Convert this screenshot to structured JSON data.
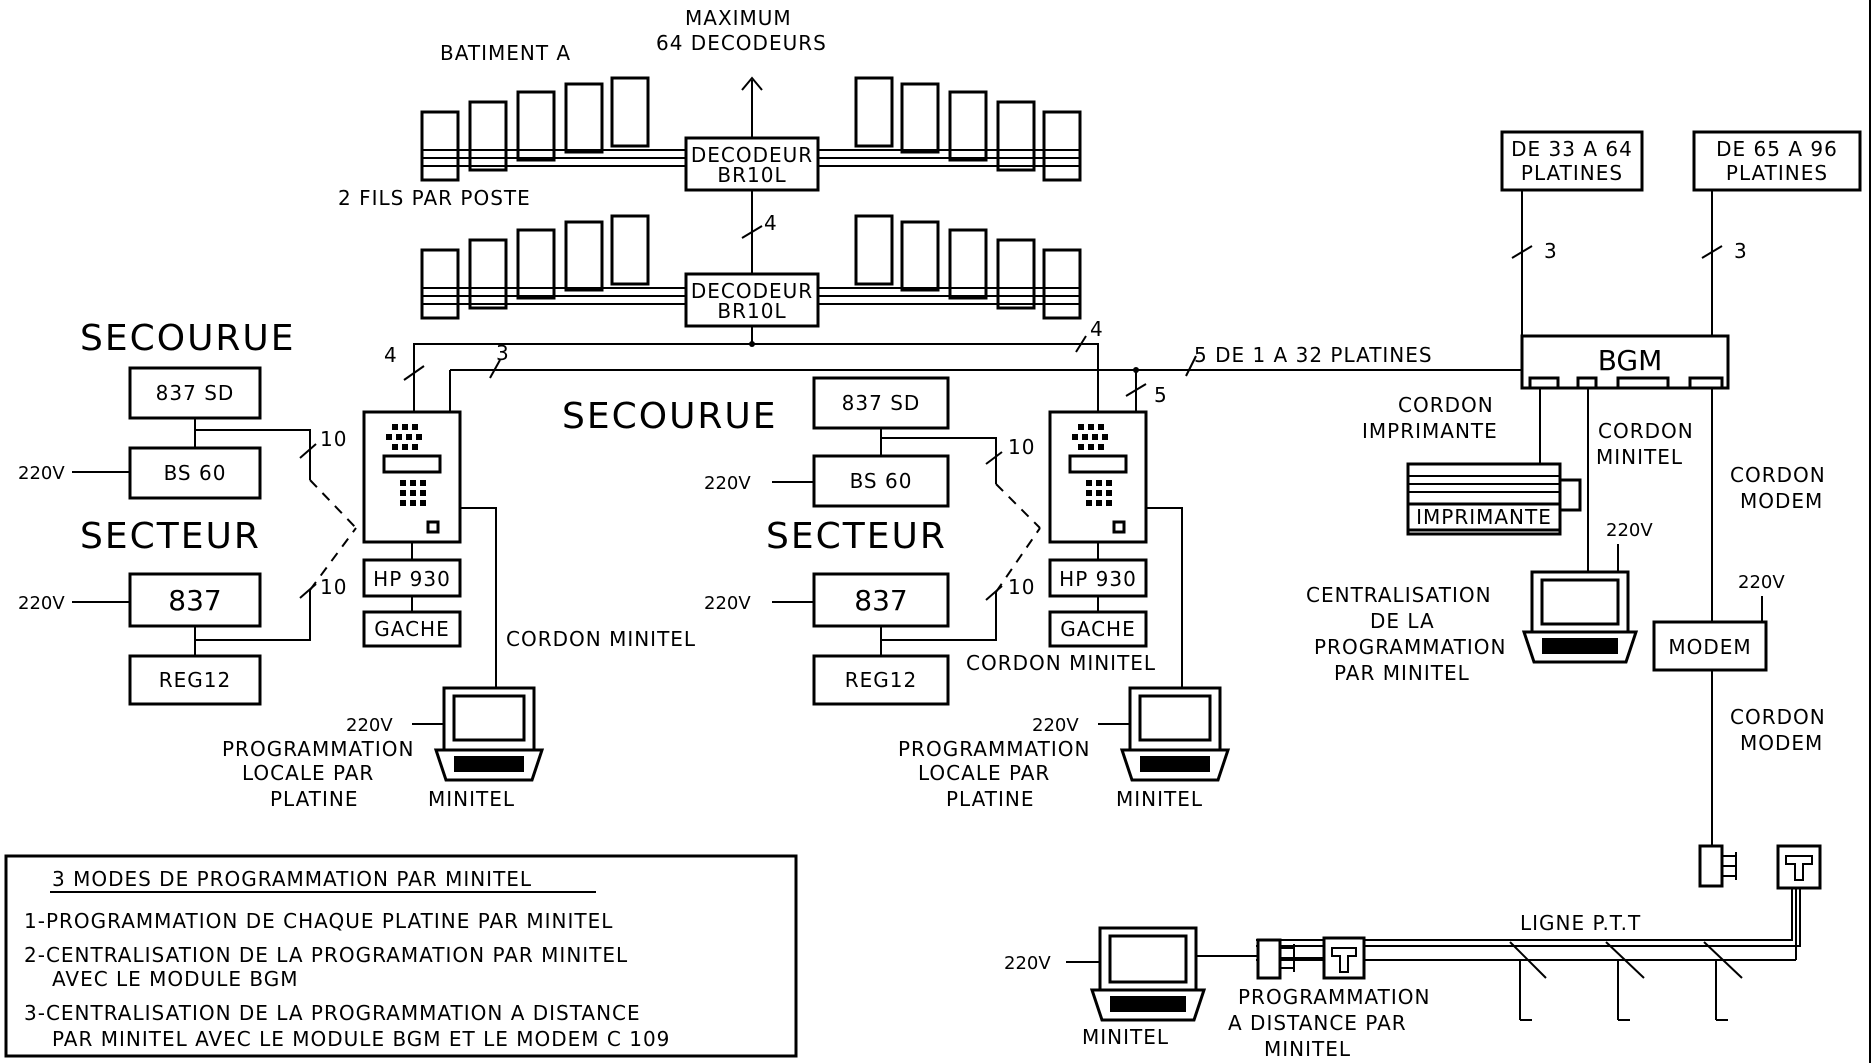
{
  "top": {
    "maximum": "MAXIMUM",
    "decodeurs_count": "64 DECODEURS",
    "batiment": "BATIMENT A",
    "fils": "2 FILS PAR POSTE",
    "decodeur_label": "DECODEUR",
    "decodeur_model": "BR10L",
    "wire_4": "4"
  },
  "left_panel": {
    "secourue": "SECOURUE",
    "secteur": "SECTEUR",
    "box_837sd": "837 SD",
    "box_bs60": "BS 60",
    "box_837": "837",
    "box_reg12": "REG12",
    "box_hp930": "HP 930",
    "box_gache": "GACHE",
    "v220": "220V",
    "n10": "10",
    "n4": "4",
    "n3": "3",
    "cordon_minitel": "CORDON MINITEL",
    "prog_line1": "PROGRAMMATION",
    "prog_line2": "LOCALE PAR",
    "prog_line3": "PLATINE",
    "minitel": "MINITEL"
  },
  "right_side": {
    "de33": "DE 33 A 64",
    "de65": "DE 65 A 96",
    "platines": "PLATINES",
    "n3": "3",
    "n5": "5",
    "bus_label": "5  DE 1 A 32 PLATINES",
    "bgm": "BGM",
    "cordon": "CORDON",
    "imprimante_word": "IMPRIMANTE",
    "minitel_word": "MINITEL",
    "modem_word": "MODEM",
    "imprimante_box": "IMPRIMANTE",
    "v220": "220V",
    "central1": "CENTRALISATION",
    "central2": "DE LA",
    "central3": "PROGRAMMATION",
    "central4": "PAR MINITEL",
    "modem_box": "MODEM",
    "ligne": "LIGNE P.T.T",
    "dist1": "PROGRAMMATION",
    "dist2": "A DISTANCE PAR",
    "dist3": "MINITEL",
    "minitel": "MINITEL"
  },
  "legend": {
    "title": "3 MODES DE PROGRAMMATION PAR MINITEL",
    "item1": "1-PROGRAMMATION DE CHAQUE PLATINE PAR MINITEL",
    "item2a": "2-CENTRALISATION DE LA PROGRAMATION PAR MINITEL",
    "item2b": "AVEC LE MODULE BGM",
    "item3a": "3-CENTRALISATION DE LA PROGRAMMATION A DISTANCE",
    "item3b": "PAR MINITEL AVEC LE MODULE BGM ET LE MODEM C 109"
  }
}
